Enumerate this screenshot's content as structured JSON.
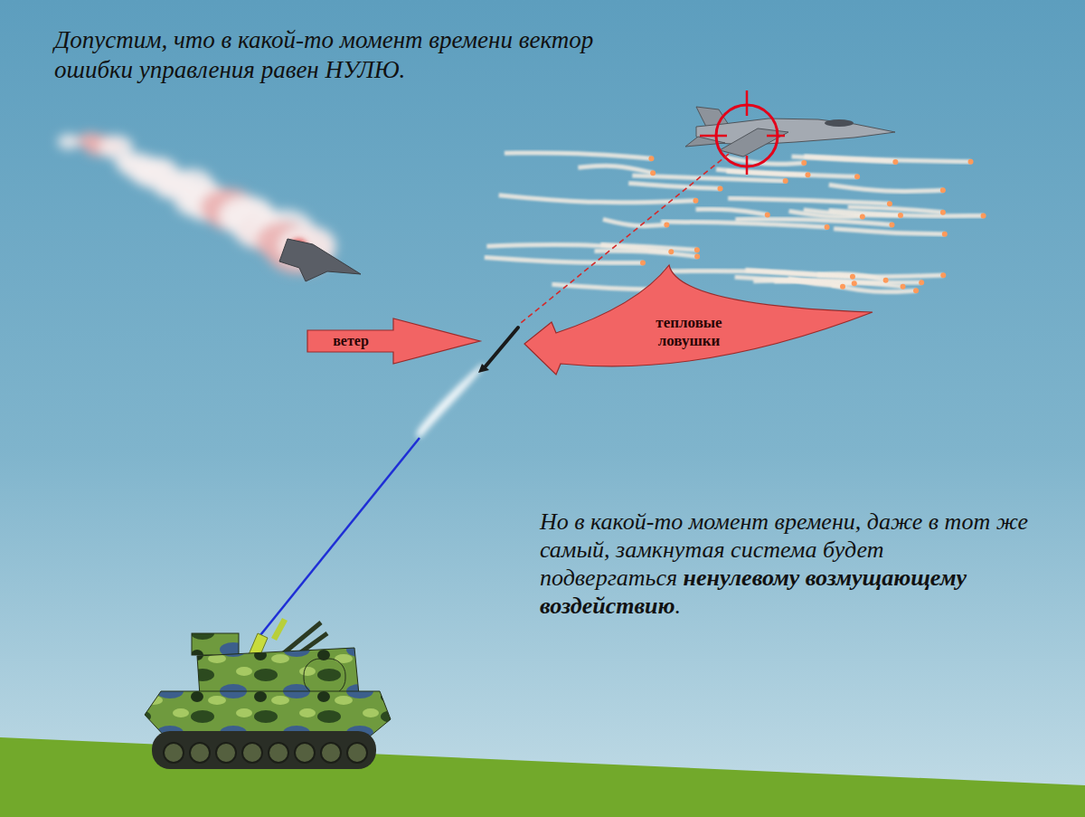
{
  "diagram": {
    "nodes": [
      {
        "text": [
          "ветер"
        ]
      },
      {
        "text": [
          "тепловые ловушки"
        ]
      }
    ],
    "labels": [
      "Допустим, что в какой-то момент времени вектор ошибки управления равен НУЛЮ.",
      "Но в какой-то момент времени, даже в тот же самый, замкнутая система будет подвергаться",
      "ненулевому возмущающему воздействию",
      "."
    ]
  }
}
